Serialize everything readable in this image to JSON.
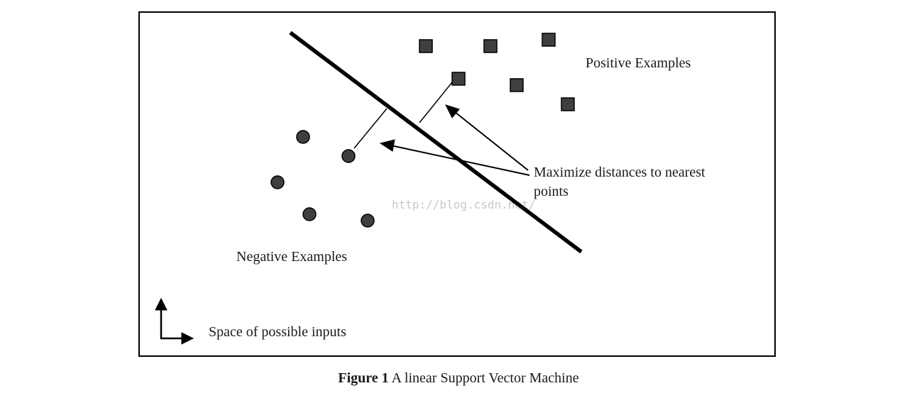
{
  "labels": {
    "positive": "Positive Examples",
    "negative": "Negative Examples",
    "annotation_line1": "Maximize distances to nearest",
    "annotation_line2": "points",
    "space": "Space of possible inputs"
  },
  "caption": {
    "prefix": "Figure 1",
    "text": " A linear Support Vector Machine"
  },
  "watermark": "http://blog.csdn.net/",
  "colors": {
    "marker_fill": "#3f3f3f",
    "line": "#000000"
  }
}
